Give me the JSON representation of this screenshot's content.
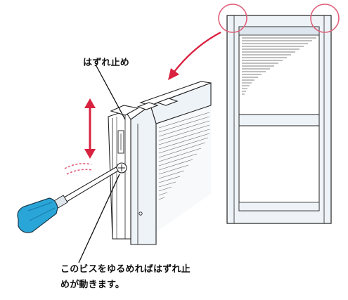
{
  "labels": {
    "stop_label": "はずれ止め",
    "screw_line1": "このビスをゆるめればはずれ止",
    "screw_line2": "めが動きます。"
  },
  "icons": [
    "double-arrow-icon",
    "screwdriver-icon",
    "motion-lines-icon",
    "highlight-circle-icon",
    "pointer-arrow-icon"
  ],
  "colors": {
    "highlight": "#e0607a",
    "arrow": "#d9223f",
    "screwdriver": "#2aa5d8",
    "frame_fill": "#eef3f8",
    "line": "#222222"
  }
}
